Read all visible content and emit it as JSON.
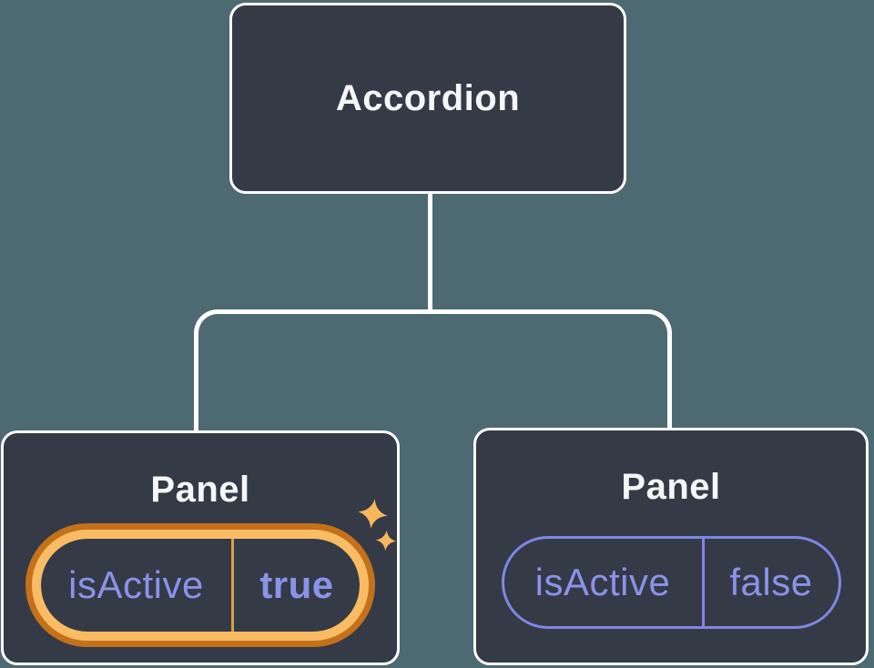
{
  "tree": {
    "root": {
      "label": "Accordion"
    },
    "children": [
      {
        "label": "Panel",
        "state": {
          "name": "isActive",
          "value": "true"
        },
        "highlighted": true,
        "sparkles": [
          "sparkle-large-icon",
          "sparkle-small-icon"
        ]
      },
      {
        "label": "Panel",
        "state": {
          "name": "isActive",
          "value": "false"
        },
        "highlighted": false
      }
    ]
  },
  "colors": {
    "background": "#4d6972",
    "node_fill": "#343a46",
    "node_border": "#ffffff",
    "node_text": "#f5f6f8",
    "connector": "#ffffff",
    "state_text": "#8b92e9",
    "state_border": "#7e87e6",
    "highlight_ring_inner": "#f9bc64",
    "highlight_ring_outer": "#c4711b",
    "highlight_divider": "#d9a23e",
    "sparkle": "#f8b75d"
  }
}
